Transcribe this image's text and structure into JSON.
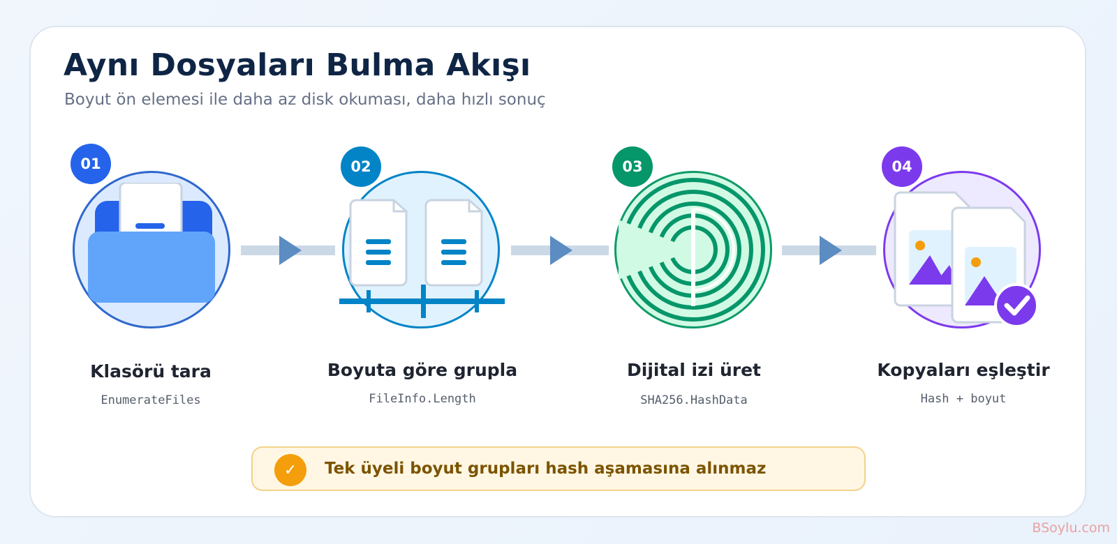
{
  "title": "Aynı Dosyaları Bulma Akışı",
  "subtitle": "Boyut ön elemesi ile daha az disk okuması, daha hızlı sonuç",
  "steps": [
    {
      "number": "01",
      "title": "Klasörü tara",
      "code": "EnumerateFiles",
      "icon": "folder-icon",
      "color": "#2563eb"
    },
    {
      "number": "02",
      "title": "Boyuta göre grupla",
      "code": "FileInfo.Length",
      "icon": "documents-ruler-icon",
      "color": "#0284c7"
    },
    {
      "number": "03",
      "title": "Dijital izi üret",
      "code": "SHA256.HashData",
      "icon": "fingerprint-icon",
      "color": "#059669"
    },
    {
      "number": "04",
      "title": "Kopyaları eşleştir",
      "code": "Hash + boyut",
      "icon": "matched-images-icon",
      "color": "#7c3aed"
    }
  ],
  "note": {
    "text": "Tek üyeli boyut grupları hash aşamasına alınmaz",
    "icon": "check-icon",
    "check_symbol": "✓"
  },
  "watermark": "BSoylu.com",
  "colors": {
    "heading": "#0f2545",
    "arrow": "#5b8cc2",
    "note_bg": "#fff7e4",
    "note_accent": "#f59e0b"
  }
}
